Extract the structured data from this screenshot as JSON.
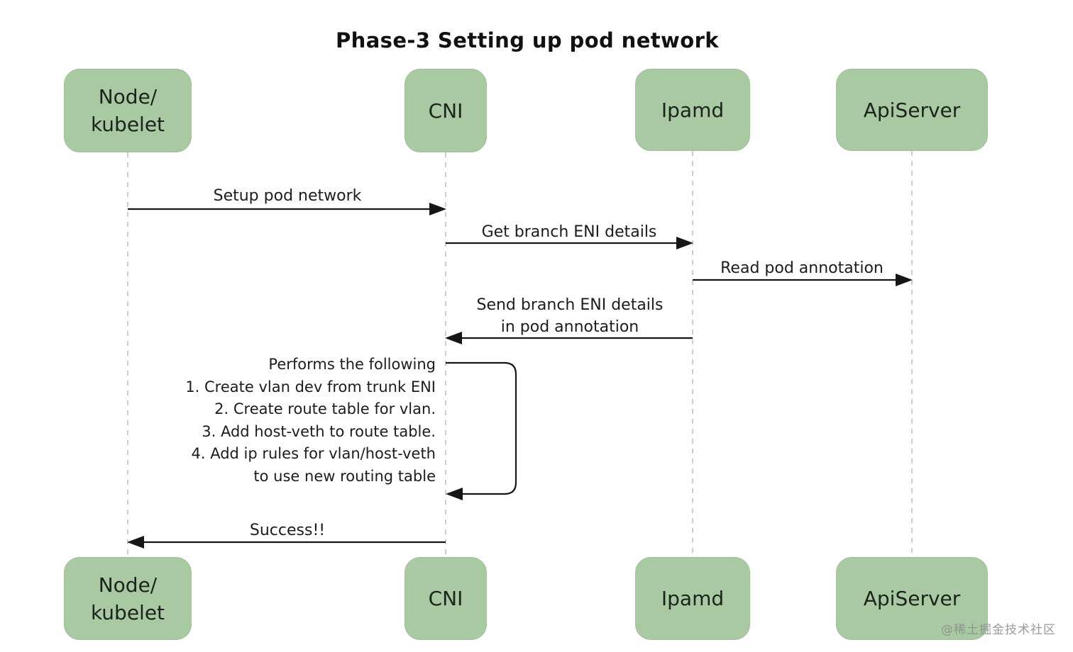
{
  "title": "Phase-3 Setting up pod network",
  "actors": [
    {
      "id": "node-kubelet",
      "label": "Node/\nkubelet"
    },
    {
      "id": "cni",
      "label": "CNI"
    },
    {
      "id": "ipamd",
      "label": "Ipamd"
    },
    {
      "id": "apiserver",
      "label": "ApiServer"
    }
  ],
  "messages": [
    {
      "from": "Node/kubelet",
      "to": "CNI",
      "label": "Setup pod network"
    },
    {
      "from": "CNI",
      "to": "Ipamd",
      "label": "Get branch ENI details"
    },
    {
      "from": "Ipamd",
      "to": "ApiServer",
      "label": "Read pod annotation"
    },
    {
      "from": "Ipamd",
      "to": "CNI",
      "label": "Send branch ENI details\nin pod annotation"
    },
    {
      "from": "CNI",
      "to": "Node/kubelet",
      "label": "Success!!"
    }
  ],
  "self_note": {
    "actor": "CNI",
    "lines": [
      "Performs the following",
      "1. Create vlan dev from trunk ENI",
      "2. Create route table for vlan.",
      "3. Add host-veth to route table.",
      "4. Add ip rules for vlan/host-veth",
      "to use new routing table"
    ]
  },
  "watermark": "@稀土掘金技术社区",
  "colors": {
    "actor_fill": "#a8c9a2",
    "arrow": "#161616",
    "lifeline": "#b8b8b8",
    "background": "#ffffff",
    "watermark": "#8d8d8d"
  }
}
